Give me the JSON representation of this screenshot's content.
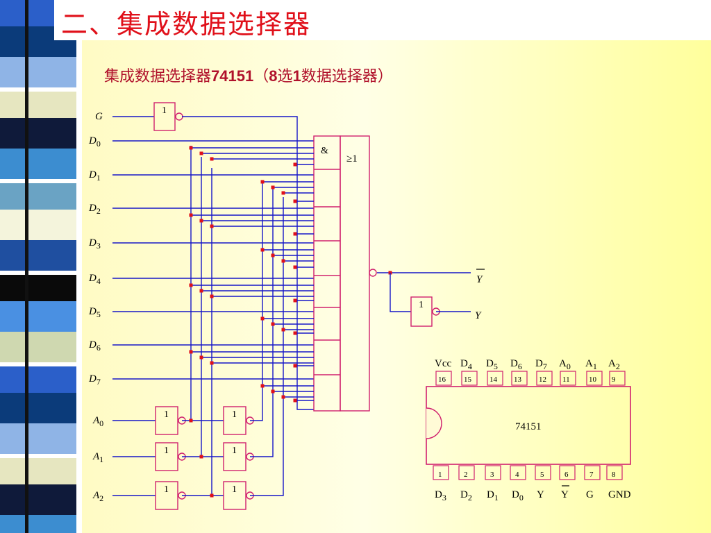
{
  "page": {
    "title": "二、集成数据选择器",
    "subtitle_cn1": "集成数据选择器",
    "subtitle_num": "74151",
    "subtitle_open": "（",
    "subtitle_num2": "8",
    "subtitle_cn2": "选",
    "subtitle_num3": "1",
    "subtitle_cn3": "数据选择器）"
  },
  "colors": {
    "wire": "#1616c8",
    "gate": "#d0206e",
    "dot": "#e0101a",
    "title": "#e0101a",
    "subtitle": "#b0112b"
  },
  "circuit": {
    "enable_label": "G",
    "data_inputs": [
      {
        "letter": "D",
        "sub": "0"
      },
      {
        "letter": "D",
        "sub": "1"
      },
      {
        "letter": "D",
        "sub": "2"
      },
      {
        "letter": "D",
        "sub": "3"
      },
      {
        "letter": "D",
        "sub": "4"
      },
      {
        "letter": "D",
        "sub": "5"
      },
      {
        "letter": "D",
        "sub": "6"
      },
      {
        "letter": "D",
        "sub": "7"
      }
    ],
    "address_inputs": [
      {
        "letter": "A",
        "sub": "0"
      },
      {
        "letter": "A",
        "sub": "1"
      },
      {
        "letter": "A",
        "sub": "2"
      }
    ],
    "inverter_symbol": "1",
    "and_symbol": "&",
    "or_symbol": "≥1",
    "output_y_bar": "Y",
    "output_y": "Y"
  },
  "chip": {
    "name": "74151",
    "top_pins": [
      {
        "num": "16",
        "name": "Vcc",
        "sub": ""
      },
      {
        "num": "15",
        "name": "D",
        "sub": "4"
      },
      {
        "num": "14",
        "name": "D",
        "sub": "5"
      },
      {
        "num": "13",
        "name": "D",
        "sub": "6"
      },
      {
        "num": "12",
        "name": "D",
        "sub": "7"
      },
      {
        "num": "11",
        "name": "A",
        "sub": "0"
      },
      {
        "num": "10",
        "name": "A",
        "sub": "1"
      },
      {
        "num": "9",
        "name": "A",
        "sub": "2"
      }
    ],
    "bottom_pins": [
      {
        "num": "1",
        "name": "D",
        "sub": "3",
        "bar": false
      },
      {
        "num": "2",
        "name": "D",
        "sub": "2",
        "bar": false
      },
      {
        "num": "3",
        "name": "D",
        "sub": "1",
        "bar": false
      },
      {
        "num": "4",
        "name": "D",
        "sub": "0",
        "bar": false
      },
      {
        "num": "5",
        "name": "Y",
        "sub": "",
        "bar": false
      },
      {
        "num": "6",
        "name": "Y",
        "sub": "",
        "bar": true
      },
      {
        "num": "7",
        "name": "G",
        "sub": "",
        "bar": false
      },
      {
        "num": "8",
        "name": "GND",
        "sub": "",
        "bar": false
      }
    ]
  }
}
